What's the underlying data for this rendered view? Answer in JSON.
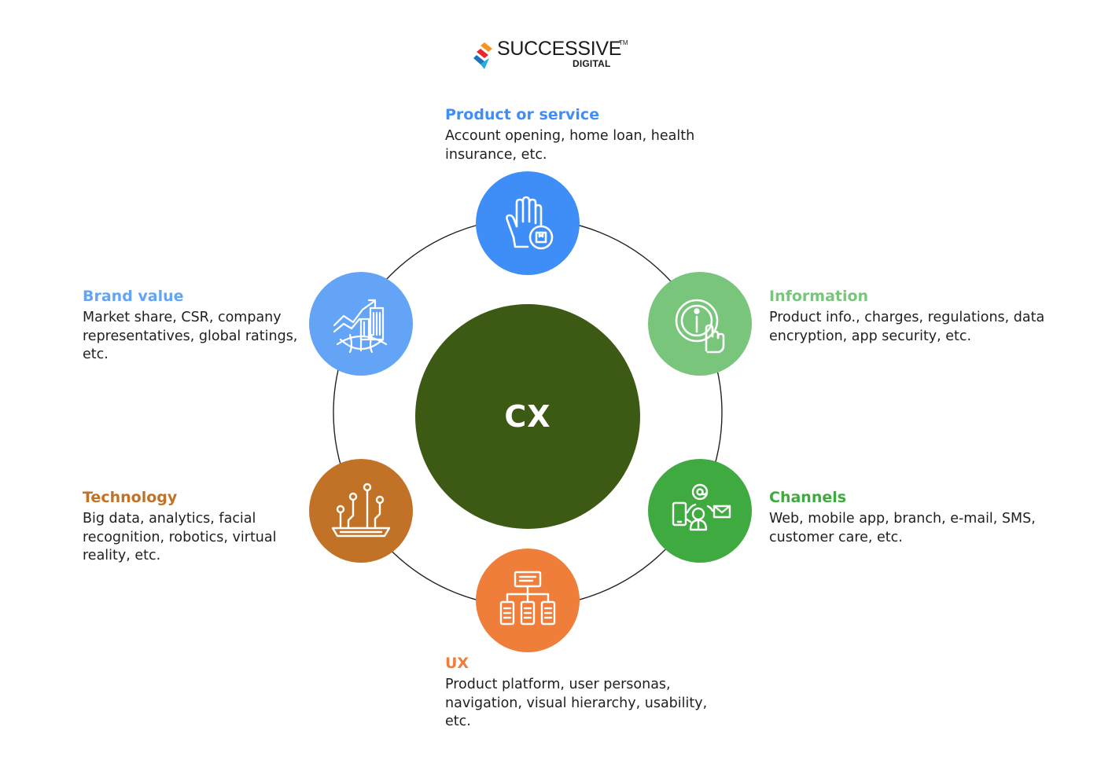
{
  "logo": {
    "name": "SUCCESSIVE",
    "tm": "TM",
    "sub": "DIGITAL"
  },
  "center": {
    "label": "CX",
    "color": "#3c5a14"
  },
  "nodes": {
    "product": {
      "title": "Product or service",
      "desc": "Account opening, home loan, health insurance, etc.",
      "color": "#3f8ef7",
      "icon": "hand-product-icon"
    },
    "information": {
      "title": "Information",
      "desc": "Product info., charges, regulations, data encryption, app security, etc.",
      "color": "#79c57c",
      "icon": "info-touch-icon"
    },
    "channels": {
      "title": "Channels",
      "desc": "Web, mobile app, branch, e-mail, SMS, customer care, etc.",
      "color": "#3faa3f",
      "icon": "channels-icon"
    },
    "ux": {
      "title": "UX",
      "desc": "Product platform, user personas, navigation, visual hierarchy, usability, etc.",
      "color": "#ee7e3a",
      "icon": "sitemap-icon"
    },
    "technology": {
      "title": "Technology",
      "desc": "Big data, analytics, facial recognition, robotics, virtual reality, etc.",
      "color": "#c27227",
      "icon": "circuit-icon"
    },
    "brand": {
      "title": "Brand value",
      "desc": "Market share, CSR, company representatives, global ratings, etc.",
      "color": "#64a4f7",
      "icon": "growth-chart-icon"
    }
  }
}
